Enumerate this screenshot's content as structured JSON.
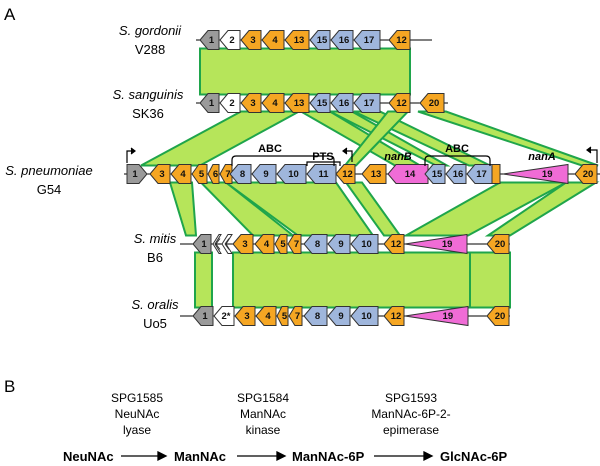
{
  "panels": {
    "a": "A",
    "b": "B"
  },
  "colors": {
    "synteny": "#b6e55a",
    "synteny_border": "#1fa54b",
    "orange": "#f5a623",
    "blue": "#9fb6dc",
    "magenta": "#f06cd6",
    "gray": "#9a9a9a",
    "white": "#ffffff"
  },
  "strains": [
    {
      "species": "S. gordonii",
      "strain": "V288"
    },
    {
      "species": "S. sanguinis",
      "strain": "SK36"
    },
    {
      "species": "S. pneumoniae",
      "strain": "G54"
    },
    {
      "species": "S. mitis",
      "strain": "B6"
    },
    {
      "species": "S. oralis",
      "strain": "Uo5"
    }
  ],
  "tracks": [
    {
      "genes": [
        {
          "label": "1",
          "color": "gray"
        },
        {
          "label": "2",
          "color": "white"
        },
        {
          "label": "3",
          "color": "orange"
        },
        {
          "label": "4",
          "color": "orange"
        },
        {
          "label": "13",
          "color": "orange"
        },
        {
          "label": "15",
          "color": "blue"
        },
        {
          "label": "16",
          "color": "blue"
        },
        {
          "label": "17",
          "color": "blue"
        },
        {
          "label": "12",
          "color": "orange"
        }
      ]
    },
    {
      "genes": [
        {
          "label": "1",
          "color": "gray"
        },
        {
          "label": "2",
          "color": "white"
        },
        {
          "label": "3",
          "color": "orange"
        },
        {
          "label": "4",
          "color": "orange"
        },
        {
          "label": "13",
          "color": "orange"
        },
        {
          "label": "15",
          "color": "blue"
        },
        {
          "label": "16",
          "color": "blue"
        },
        {
          "label": "17",
          "color": "blue"
        },
        {
          "label": "12",
          "color": "orange"
        },
        {
          "label": "20",
          "color": "orange"
        }
      ]
    },
    {
      "genes": [
        {
          "label": "1",
          "color": "gray"
        },
        {
          "label": "3",
          "color": "orange"
        },
        {
          "label": "4",
          "color": "orange"
        },
        {
          "label": "5",
          "color": "orange"
        },
        {
          "label": "6",
          "color": "orange"
        },
        {
          "label": "7",
          "color": "orange"
        },
        {
          "label": "8",
          "color": "blue"
        },
        {
          "label": "9",
          "color": "blue"
        },
        {
          "label": "10",
          "color": "blue"
        },
        {
          "label": "11",
          "color": "blue"
        },
        {
          "label": "12",
          "color": "orange"
        },
        {
          "label": "13",
          "color": "orange"
        },
        {
          "label": "14",
          "color": "magenta"
        },
        {
          "label": "15",
          "color": "blue"
        },
        {
          "label": "16",
          "color": "blue"
        },
        {
          "label": "17",
          "color": "blue"
        },
        {
          "label": "",
          "color": "orange"
        },
        {
          "label": "19",
          "color": "magenta"
        },
        {
          "label": "20",
          "color": "orange"
        }
      ]
    },
    {
      "genes": [
        {
          "label": "1",
          "color": "gray"
        },
        {
          "label": "",
          "color": "white"
        },
        {
          "label": "",
          "color": "white"
        },
        {
          "label": "3",
          "color": "orange"
        },
        {
          "label": "4",
          "color": "orange"
        },
        {
          "label": "5",
          "color": "orange"
        },
        {
          "label": "7",
          "color": "orange"
        },
        {
          "label": "8",
          "color": "blue"
        },
        {
          "label": "9",
          "color": "blue"
        },
        {
          "label": "10",
          "color": "blue"
        },
        {
          "label": "12",
          "color": "orange"
        },
        {
          "label": "19",
          "color": "magenta"
        },
        {
          "label": "20",
          "color": "orange"
        }
      ]
    },
    {
      "genes": [
        {
          "label": "1",
          "color": "gray"
        },
        {
          "label": "2*",
          "color": "white"
        },
        {
          "label": "3",
          "color": "orange"
        },
        {
          "label": "4",
          "color": "orange"
        },
        {
          "label": "5",
          "color": "orange"
        },
        {
          "label": "7",
          "color": "orange"
        },
        {
          "label": "8",
          "color": "blue"
        },
        {
          "label": "9",
          "color": "blue"
        },
        {
          "label": "10",
          "color": "blue"
        },
        {
          "label": "12",
          "color": "orange"
        },
        {
          "label": "19",
          "color": "magenta"
        },
        {
          "label": "20",
          "color": "orange"
        }
      ]
    }
  ],
  "annotations": {
    "abc1": "ABC",
    "pts": "PTS",
    "abc2": "ABC",
    "nanB": "nanB",
    "nanA": "nanA"
  },
  "pathway": {
    "enzymes": [
      {
        "id": "SPG1585",
        "lines": [
          "SPG1585",
          "NeuNAc",
          "lyase"
        ]
      },
      {
        "id": "SPG1584",
        "lines": [
          "SPG1584",
          "ManNAc",
          "kinase"
        ]
      },
      {
        "id": "SPG1593",
        "lines": [
          "SPG1593",
          "ManNAc-6P-2-",
          "epimerase"
        ]
      }
    ],
    "compounds": [
      "NeuNAc",
      "ManNAc",
      "ManNAc-6P",
      "GlcNAc-6P"
    ]
  }
}
